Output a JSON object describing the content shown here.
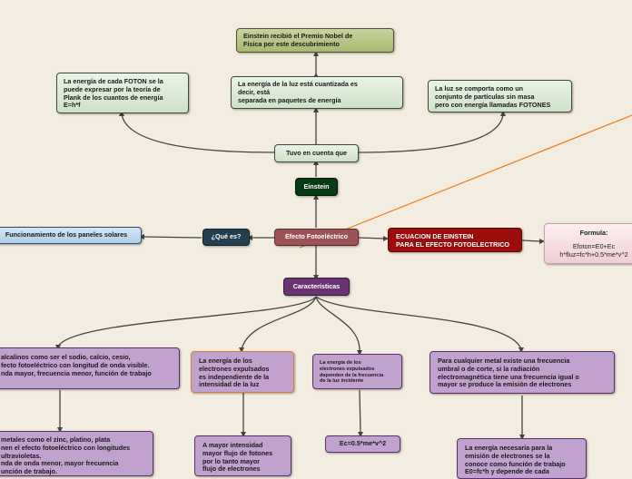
{
  "nodes": {
    "einstein_nobel": "Einstein recibió el Premio Nobel de\nFísica por este descubrimiento",
    "foton_planck": "La energía de cada FOTON se la\npuede expresar por la teoría de\nPlank de los cuantos de energía\nE=h*f",
    "luz_cuantizada": "La energía de la luz está cuantizada es\ndecir, está\nseparada en paquetes de energía",
    "luz_particulas": "La luz se comporta como un\nconjunto de partículas sin masa\npero con energía llamadas FOTONES",
    "tuvo_en_cuenta": "Tuvo en cuenta que",
    "einstein": "Einstein",
    "efecto": "Efecto Fotoeléctrico",
    "que_es": "¿Qué es?",
    "paneles": "Funcionamiento de los paneles solares",
    "ecuacion": "ECUACION DE EINSTEIN\nPARA EL EFECTO FOTOELECTRICO",
    "formula_title": "Formula:",
    "formula_body": "Efoton=E0+Ec\nh*fluz=fc*h+0.5*me*v^2",
    "caracteristicas": "Características",
    "alcalinos": "alcalinos como ser el sodio, calcio, cesio,\nfecto fotoeléctrico con longitud de onda visible.\nnda mayor, frecuencia menor, función de trabajo",
    "metales": "metales como el zinc, platino, plata\nnen el efecto fotoeléctrico con longitudes\nultravioletas.\nnda de onda menor, mayor frecuencia\nunción de trabajo.",
    "energia_independiente": "La energía de los\nelectrones expulsados\nes independiente de la\nintensidad de la luz",
    "mayor_intensidad": "A mayor intensidad\nmayor flujo de fotones\npor lo tanto mayor\nflujo de electrones",
    "energia_depende": "La energía de los\nelectrones expulsados\ndependen de la frecuencia\nde la luz incidente",
    "ec_formula": "Ec=0.5*me*v^2",
    "frecuencia_umbral": "Para cualquier metal existe una frecuencia\numbral o de corte, si la radiación\nelectromagnética tiene una frecuencia igual o\nmayor se produce la emisión de electrones",
    "energia_necesaria": "La energía necesaria para la\nemisión de electrones se la\nconoce como función de trabajo\nE0=fc*h y depende de cada"
  },
  "colors": {
    "connector": "#444444",
    "orange_line": "#ee7a1c",
    "background": "#f3ece0"
  }
}
